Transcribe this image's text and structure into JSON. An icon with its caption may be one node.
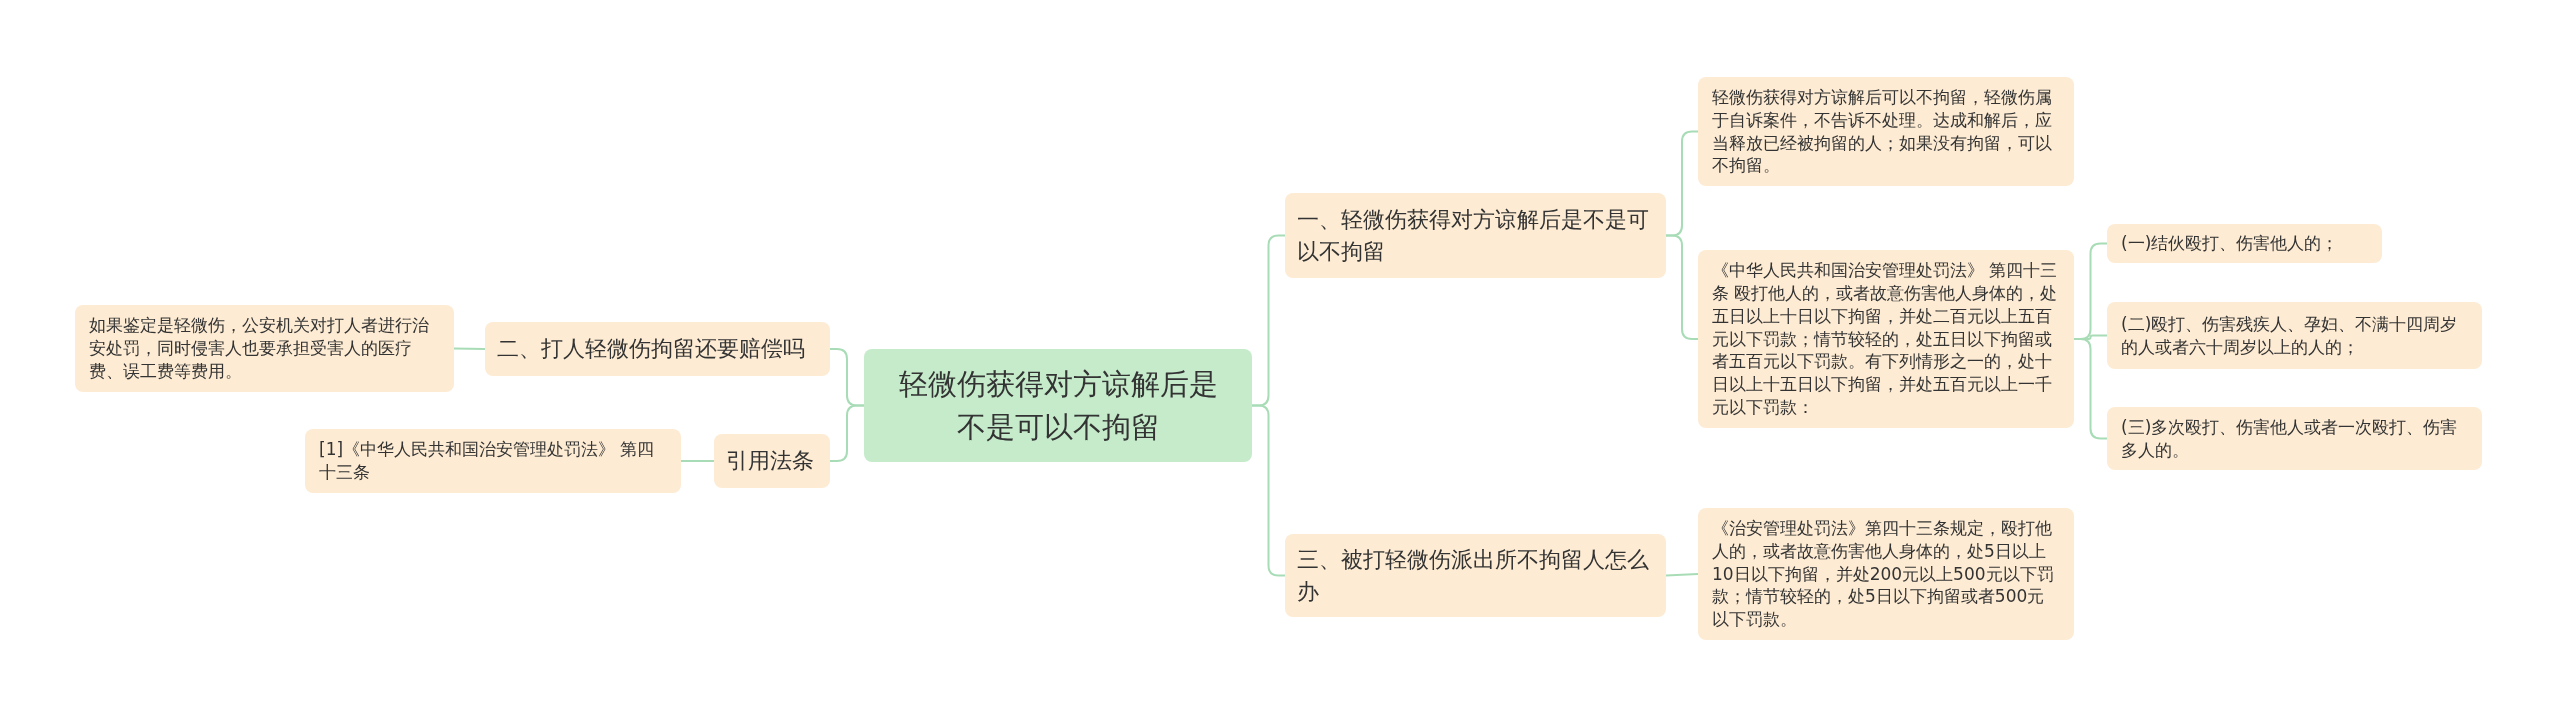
{
  "diagram": {
    "nodes": [
      {
        "text": [
          "轻微伤获得对方谅解后是不是可以不拘留"
        ]
      },
      {
        "text": [
          "一、轻微伤获得对方谅解后是不是可以不拘留"
        ]
      },
      {
        "text": [
          "轻微伤获得对方谅解后可以不拘留，轻微伤属于自诉案件，不告诉不处理。达成和解后，应当释放已经被拘留的人；如果没有拘留，可以不拘留。"
        ]
      },
      {
        "text": [
          "《中华人民共和国治安管理处罚法》 第四十三条 殴打他人的，或者故意伤害他人身体的，处五日以上十日以下拘留，并处二百元以上五百元以下罚款；情节较轻的，处五日以下拘留或者五百元以下罚款。有下列情形之一的，处十日以上十五日以下拘留，并处五百元以上一千元以下罚款："
        ]
      },
      {
        "text": [
          "(一)结伙殴打、伤害他人的；"
        ]
      },
      {
        "text": [
          "(二)殴打、伤害残疾人、孕妇、不满十四周岁的人或者六十周岁以上的人的；"
        ]
      },
      {
        "text": [
          "(三)多次殴打、伤害他人或者一次殴打、伤害多人的。"
        ]
      },
      {
        "text": [
          "三、被打轻微伤派出所不拘留人怎么办"
        ]
      },
      {
        "text": [
          "《治安管理处罚法》第四十三条规定，殴打他人的，或者故意伤害他人身体的，处5日以上10日以下拘留，并处200元以上500元以下罚款；情节较轻的，处5日以下拘留或者500元以下罚款。"
        ]
      },
      {
        "text": [
          "二、打人轻微伤拘留还要赔偿吗"
        ]
      },
      {
        "text": [
          "如果鉴定是轻微伤，公安机关对打人者进行治安处罚，同时侵害人也要承担受害人的医疗费、误工费等费用。"
        ]
      },
      {
        "text": [
          "引用法条"
        ]
      },
      {
        "text": [
          "[1]《中华人民共和国治安管理处罚法》 第四十三条"
        ]
      }
    ],
    "edges": [
      {
        "from": 0,
        "to": 1,
        "arrow": "none"
      },
      {
        "from": 1,
        "to": 2,
        "arrow": "none"
      },
      {
        "from": 1,
        "to": 3,
        "arrow": "none"
      },
      {
        "from": 3,
        "to": 4,
        "arrow": "none"
      },
      {
        "from": 3,
        "to": 5,
        "arrow": "none"
      },
      {
        "from": 3,
        "to": 6,
        "arrow": "none"
      },
      {
        "from": 0,
        "to": 7,
        "arrow": "none"
      },
      {
        "from": 7,
        "to": 8,
        "arrow": "none"
      },
      {
        "from": 0,
        "to": 9,
        "arrow": "none"
      },
      {
        "from": 9,
        "to": 10,
        "arrow": "none"
      },
      {
        "from": 0,
        "to": 11,
        "arrow": "none"
      },
      {
        "from": 11,
        "to": 12,
        "arrow": "none"
      }
    ]
  }
}
